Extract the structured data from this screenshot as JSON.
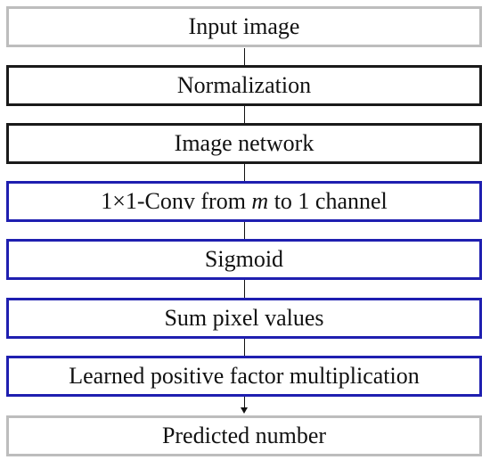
{
  "diagram": {
    "steps": [
      {
        "label": "Input image",
        "style": "gray"
      },
      {
        "label": "Normalization",
        "style": "black"
      },
      {
        "label": "Image network",
        "style": "black"
      },
      {
        "label_prefix": "1×1-Conv from ",
        "label_var": "m",
        "label_suffix": " to 1 channel",
        "style": "blue"
      },
      {
        "label": "Sigmoid",
        "style": "blue"
      },
      {
        "label": "Sum pixel values",
        "style": "blue"
      },
      {
        "label": "Learned positive factor multiplication",
        "style": "blue"
      },
      {
        "label": "Predicted number",
        "style": "gray"
      }
    ],
    "colors": {
      "gray": "#bdbdbd",
      "black": "#1a1a1a",
      "blue": "#1f1fb0"
    }
  }
}
